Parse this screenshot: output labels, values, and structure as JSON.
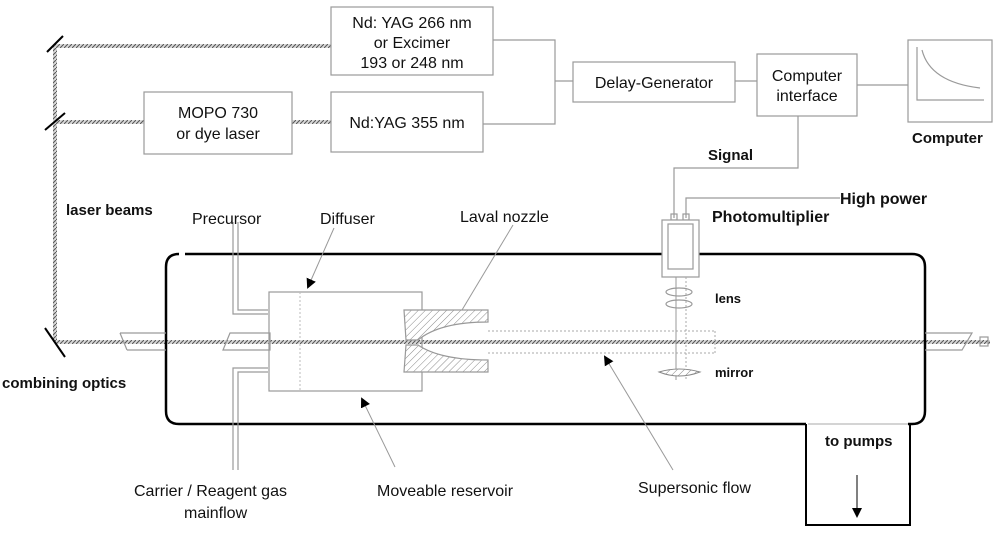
{
  "diagram": {
    "title": "Laval nozzle supersonic flow reactor setup",
    "boxes": {
      "ndyag266": [
        "Nd: YAG 266 nm",
        "or Excimer",
        "193 or 248 nm"
      ],
      "ndyag355": [
        "Nd:YAG 355 nm"
      ],
      "mopo": [
        "MOPO 730",
        "or dye laser"
      ],
      "delay": [
        "Delay-Generator"
      ],
      "interface": [
        "Computer",
        "interface"
      ]
    },
    "labels": {
      "computer": "Computer",
      "signal": "Signal",
      "high_power": "High power",
      "photomultiplier": "Photomultiplier",
      "laser_beams": "laser beams",
      "precursor": "Precursor",
      "diffuser": "Diffuser",
      "laval_nozzle": "Laval nozzle",
      "lens": "lens",
      "mirror": "mirror",
      "combining_optics": "combining optics",
      "carrier_gas_1": "Carrier / Reagent gas",
      "carrier_gas_2": "mainflow",
      "moveable_reservoir": "Moveable reservoir",
      "supersonic_flow": "Supersonic flow",
      "to_pumps": "to pumps"
    },
    "colors": {
      "chamber": "#000000",
      "component_line": "#9a9a9a",
      "text": "#111111"
    }
  }
}
